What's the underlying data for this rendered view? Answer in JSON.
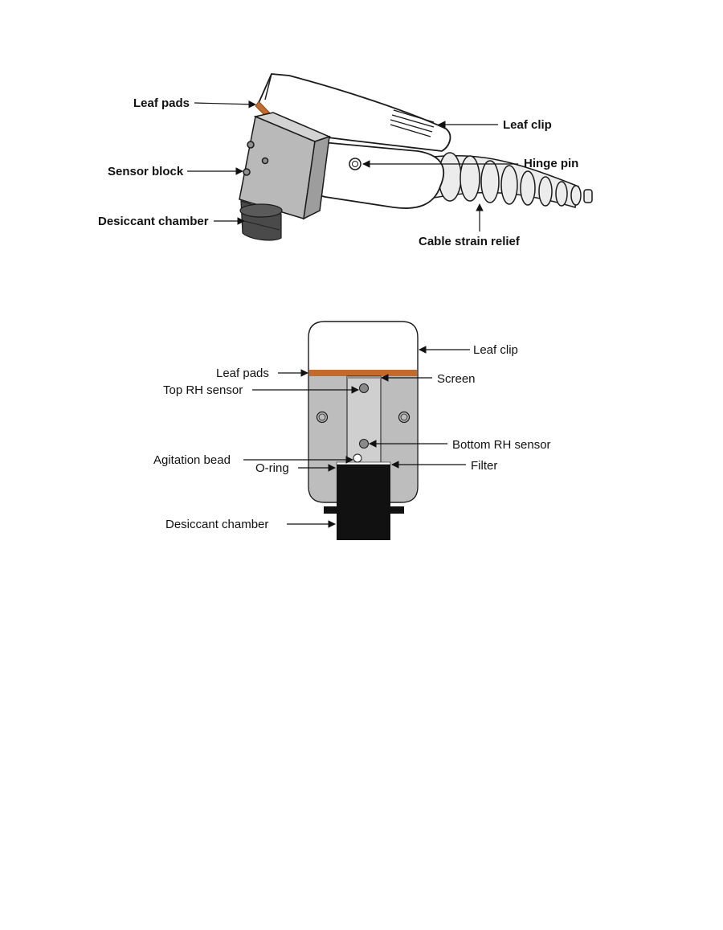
{
  "colors": {
    "clip_body": "#ffffff",
    "outline": "#1a1a1a",
    "sensor_gray": "#b9b9b9",
    "sensor_dark": "#8f8f8f",
    "pad_orange": "#c46a2a",
    "chamber_black": "#111111",
    "relief_gray": "#e9e9e9"
  },
  "figure1": {
    "labels": {
      "leaf_pads": "Leaf pads",
      "leaf_clip": "Leaf clip",
      "hinge_pin": "Hinge pin",
      "sensor_block": "Sensor block",
      "desiccant_chamber": "Desiccant chamber",
      "cable_strain_relief": "Cable strain relief"
    }
  },
  "figure2": {
    "labels": {
      "leaf_clip": "Leaf clip",
      "leaf_pads": "Leaf pads",
      "screen": "Screen",
      "top_rh_sensor": "Top RH sensor",
      "bottom_rh_sensor": "Bottom RH sensor",
      "agitation_bead": "Agitation bead",
      "filter": "Filter",
      "o_ring": "O-ring",
      "desiccant_chamber": "Desiccant chamber"
    }
  }
}
